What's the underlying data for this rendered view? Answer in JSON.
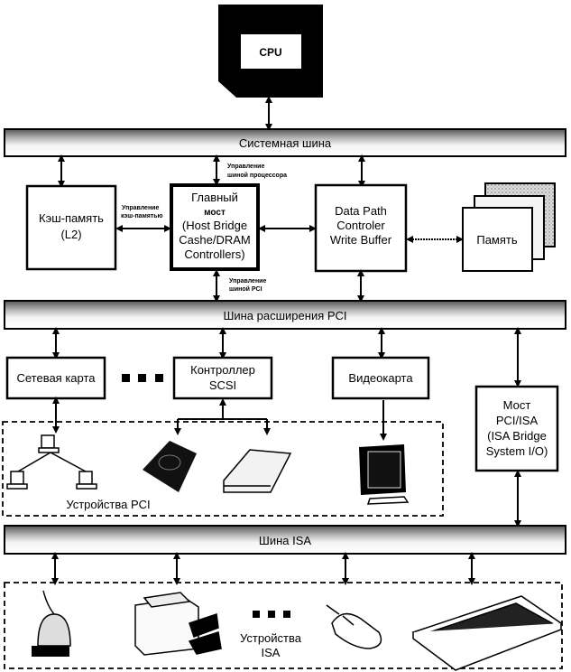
{
  "diagram": {
    "cpu": {
      "label": "CPU"
    },
    "buses": {
      "system": "Системная шина",
      "pci": "Шина расширения PCI",
      "isa": "Шина ISA"
    },
    "blocks": {
      "cache": {
        "line1": "Кэш-память",
        "line2": "(L2)"
      },
      "host_bridge": {
        "line1": "Главный",
        "line2": "мост",
        "line3": "(Host Bridge",
        "line4": "Cashe/DRAM",
        "line5": "Controllers)"
      },
      "data_path": {
        "line1": "Data Path",
        "line2": "Controler",
        "line3": "Write Buffer"
      },
      "memory": {
        "label": "Память"
      },
      "network_card": {
        "label": "Сетевая карта"
      },
      "scsi": {
        "line1": "Контроллер",
        "line2": "SCSI"
      },
      "video_card": {
        "label": "Видеокарта"
      },
      "pci_isa_bridge": {
        "line1": "Мост",
        "line2": "PCI/ISA",
        "line3": "(ISA Bridge",
        "line4": "System I/O)"
      }
    },
    "annotations": {
      "cpu_bus_control": {
        "line1": "Управление",
        "line2": "шиной процессора"
      },
      "cache_control": {
        "line1": "Управление",
        "line2": "кэш-памятью"
      },
      "pci_bus_control": {
        "line1": "Управление",
        "line2": "шиной PCI"
      }
    },
    "groups": {
      "pci_devices": "Устройства PCI",
      "isa_devices": {
        "line1": "Устройства",
        "line2": "ISA"
      }
    },
    "icons": {
      "pci": [
        "network-icon",
        "hard-disk-icon",
        "scanner-icon",
        "monitor-icon"
      ],
      "isa": [
        "microphone-icon",
        "printer-icon",
        "mouse-icon",
        "keyboard-icon"
      ]
    }
  }
}
